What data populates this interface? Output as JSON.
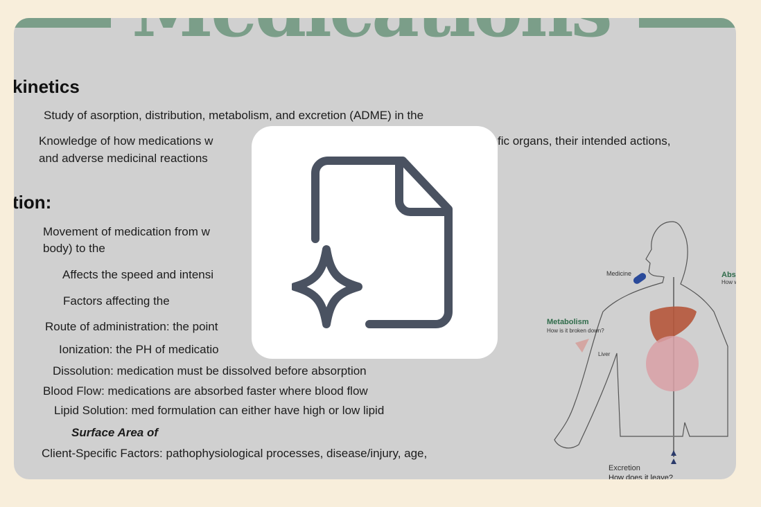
{
  "slide": {
    "title": "Medications",
    "heading_1": "kinetics",
    "line_study": "Study of asorption, distribution, metabolism, and excretion (ADME) in the",
    "line_knowledge_a": "Knowledge of how medications w",
    "line_knowledge_b": "fic organs, their intended actions,",
    "line_knowledge_c": "and adverse medicinal reactions",
    "heading_2": "tion:",
    "line_movement_a": "Movement of medication from w",
    "line_movement_b": "body) to the",
    "line_affects": "Affects the speed and intensi",
    "line_factors": "Factors affecting the",
    "line_route": "Route of administration: the point",
    "line_ionization": "Ionization: the PH of medicatio",
    "line_dissolution": "Dissolution: medication must be dissolved before absorption",
    "line_blood": "Blood Flow: medications are absorbed faster where blood flow",
    "line_lipid": "Lipid Solution: med formulation can either have high or low lipid",
    "line_surface": "Surface Area of",
    "line_client": "Client-Specific Factors: pathophysiological processes, disease/injury, age,"
  },
  "diagram": {
    "medicine": "Medicine",
    "absorption": "Absorp",
    "absorption_sub": "How wil",
    "metabolism": "Metabolism",
    "metabolism_sub": "How is it broken down?",
    "liver": "Liver",
    "excretion": "Excretion",
    "excretion_sub": "How does it leave?"
  },
  "overlay": {
    "icon": "file-sparkle-icon"
  },
  "colors": {
    "background": "#f8eedb",
    "card": "#d0d0d0",
    "accent": "#7b9e89",
    "icon": "#4a5261"
  }
}
